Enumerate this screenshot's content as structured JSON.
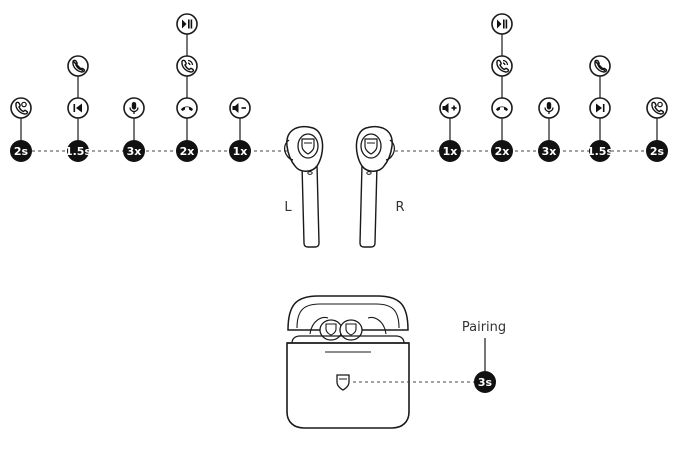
{
  "left_side": {
    "label": "L",
    "controls": [
      {
        "tap": "2s",
        "action": "voice-assistant-icon",
        "chain": []
      },
      {
        "tap": "1.5s",
        "action": "previous-track-icon",
        "chain": [
          "reject-call-icon"
        ]
      },
      {
        "tap": "3x",
        "action": "microphone-icon",
        "chain": []
      },
      {
        "tap": "2x",
        "action": "end-call-icon",
        "chain": [
          "answer-call-icon",
          "play-pause-icon"
        ]
      },
      {
        "tap": "1x",
        "action": "volume-down-icon",
        "chain": []
      }
    ]
  },
  "right_side": {
    "label": "R",
    "controls": [
      {
        "tap": "1x",
        "action": "volume-up-icon",
        "chain": []
      },
      {
        "tap": "2x",
        "action": "end-call-icon",
        "chain": [
          "answer-call-icon",
          "play-pause-icon"
        ]
      },
      {
        "tap": "3x",
        "action": "microphone-icon",
        "chain": []
      },
      {
        "tap": "1.5s",
        "action": "next-track-icon",
        "chain": [
          "reject-call-icon"
        ]
      },
      {
        "tap": "2s",
        "action": "voice-assistant-icon",
        "chain": []
      }
    ]
  },
  "case": {
    "pairing_label": "Pairing",
    "pairing_tap": "3s"
  },
  "colors": {
    "ink": "#1a1a1a",
    "badge": "#111111",
    "line": "#444444"
  }
}
